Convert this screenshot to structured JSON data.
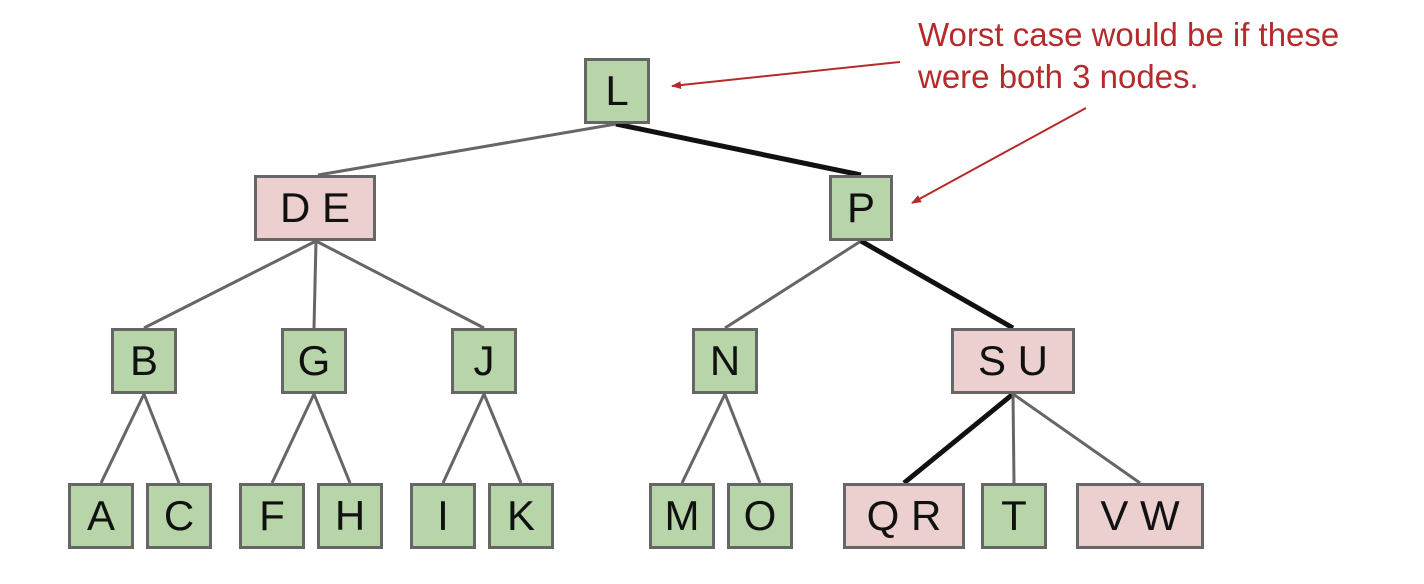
{
  "annotation": {
    "line1": "Worst case would be if these",
    "line2": "were both 3 nodes."
  },
  "colors": {
    "two_node": "#b8d4a9",
    "three_node": "#ecd0d0",
    "edge": "#666666",
    "highlight_edge": "#111111",
    "annotation": "#b52b2b"
  },
  "nodes": {
    "L": {
      "label": "L",
      "type": "two"
    },
    "DE": {
      "label": "D E",
      "type": "three"
    },
    "P": {
      "label": "P",
      "type": "two"
    },
    "B": {
      "label": "B",
      "type": "two"
    },
    "G": {
      "label": "G",
      "type": "two"
    },
    "J": {
      "label": "J",
      "type": "two"
    },
    "N": {
      "label": "N",
      "type": "two"
    },
    "SU": {
      "label": "S U",
      "type": "three"
    },
    "A": {
      "label": "A",
      "type": "two"
    },
    "C": {
      "label": "C",
      "type": "two"
    },
    "F": {
      "label": "F",
      "type": "two"
    },
    "H": {
      "label": "H",
      "type": "two"
    },
    "I": {
      "label": "I",
      "type": "two"
    },
    "K": {
      "label": "K",
      "type": "two"
    },
    "M": {
      "label": "M",
      "type": "two"
    },
    "O": {
      "label": "O",
      "type": "two"
    },
    "QR": {
      "label": "Q R",
      "type": "three"
    },
    "T": {
      "label": "T",
      "type": "two"
    },
    "VW": {
      "label": "V W",
      "type": "three"
    }
  },
  "edges": [
    {
      "from": "L",
      "to": "DE",
      "highlight": false
    },
    {
      "from": "L",
      "to": "P",
      "highlight": true
    },
    {
      "from": "DE",
      "to": "B",
      "highlight": false
    },
    {
      "from": "DE",
      "to": "G",
      "highlight": false
    },
    {
      "from": "DE",
      "to": "J",
      "highlight": false
    },
    {
      "from": "P",
      "to": "N",
      "highlight": false
    },
    {
      "from": "P",
      "to": "SU",
      "highlight": true
    },
    {
      "from": "B",
      "to": "A",
      "highlight": false
    },
    {
      "from": "B",
      "to": "C",
      "highlight": false
    },
    {
      "from": "G",
      "to": "F",
      "highlight": false
    },
    {
      "from": "G",
      "to": "H",
      "highlight": false
    },
    {
      "from": "J",
      "to": "I",
      "highlight": false
    },
    {
      "from": "J",
      "to": "K",
      "highlight": false
    },
    {
      "from": "N",
      "to": "M",
      "highlight": false
    },
    {
      "from": "N",
      "to": "O",
      "highlight": false
    },
    {
      "from": "SU",
      "to": "QR",
      "highlight": true
    },
    {
      "from": "SU",
      "to": "T",
      "highlight": false
    },
    {
      "from": "SU",
      "to": "VW",
      "highlight": false
    }
  ]
}
